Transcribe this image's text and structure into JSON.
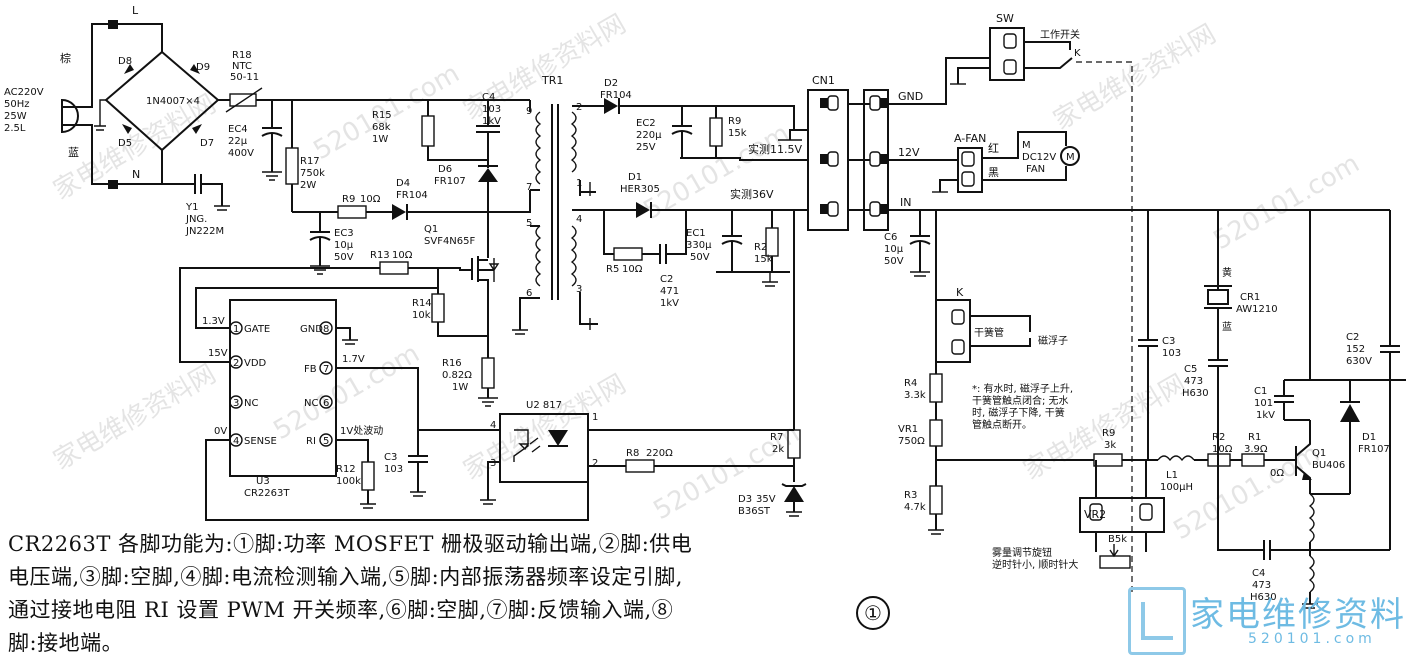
{
  "diagram": {
    "left": {
      "ac_input": [
        "AC220V",
        "50Hz",
        "25W",
        "2.5L"
      ],
      "wire_l": "L",
      "wire_brown": "棕",
      "wire_blue": "蓝",
      "wire_n": "N",
      "d8": "D8",
      "d9": "D9",
      "d5": "D5",
      "d7": "D7",
      "bridge": "1N4007×4",
      "r18": "R18",
      "ntc": "NTC",
      "ntc_val": "50-11",
      "ec4": "EC4",
      "ec4_v1": "22μ",
      "ec4_v2": "400V",
      "r17": "R17",
      "r17_v1": "750k",
      "r17_v2": "2W",
      "y1": "Y1",
      "y1_v1": "JNG.",
      "y1_v2": "JN222M",
      "r15": "R15",
      "r15_v1": "68k",
      "r15_v2": "1W",
      "c4": "C4",
      "c4_v1": "103",
      "c4_v2": "1kV",
      "d6": "D6",
      "d6_v": "FR107",
      "r9": "R9",
      "r9_v": "10Ω",
      "d4": "D4",
      "d4_v": "FR104",
      "ec3": "EC3",
      "ec3_v1": "10μ",
      "ec3_v2": "50V",
      "q1": "Q1",
      "q1_v": "SVF4N65F",
      "r13": "R13",
      "r13_v": "10Ω",
      "r14": "R14",
      "r14_v": "10k",
      "r16": "R16",
      "r16_v1": "0.82Ω",
      "r16_v2": "1W",
      "v13": "1.3V",
      "v15": "15V",
      "v0": "0V",
      "v17": "1.7V",
      "v1osc": "1V处波动",
      "pin1": "GATE",
      "pin2": "VDD",
      "pin3": "NC",
      "pin4": "SENSE",
      "pin5": "RI",
      "pin6": "NC",
      "pin7": "FB",
      "pin8": "GND",
      "u3": "U3",
      "u3_v": "CR2263T",
      "r12": "R12",
      "r12_v": "100k",
      "c3": "C3",
      "c3_v": "103",
      "u2": "U2 817",
      "r8": "R8",
      "r8_v": "220Ω",
      "r7": "R7",
      "r7_v": "2k",
      "d3": "D3",
      "d3_v1": "35V",
      "d3_v2": "B36ST",
      "tr1": "TR1",
      "d2": "D2",
      "d2_v": "FR104",
      "ec2": "EC2",
      "ec2_v1": "220μ",
      "ec2_v2": "25V",
      "r9b": "R9",
      "r9b_v": "15k",
      "d1": "D1",
      "d1_v": "HER305",
      "ec1": "EC1",
      "ec1_v1": "330μ",
      "ec1_v2": "50V",
      "r2": "R2",
      "r2_v": "15k",
      "r5": "R5",
      "r5_v": "10Ω",
      "c2": "C2",
      "c2_v1": "471",
      "c2_v2": "1kV",
      "meas115": "实测11.5V",
      "meas36": "实测36V",
      "cn1": "CN1"
    },
    "right": {
      "sw": "SW",
      "sw_label": "工作开关",
      "k": "K",
      "gnd": "GND",
      "v12": "12V",
      "in": "IN",
      "afan": "A-FAN",
      "red": "红",
      "black": "黑",
      "m": "M",
      "dc12": "DC12V",
      "fan": "FAN",
      "c6": "C6",
      "c6_v1": "10μ",
      "c6_v2": "50V",
      "k2": "K",
      "reed": "干簧管",
      "float": "磁浮子",
      "note": [
        "*: 有水时, 磁浮子上升,",
        "干簧管触点闭合; 无水",
        "时, 磁浮子下降, 干簧",
        "管触点断开。"
      ],
      "r4": "R4",
      "r4_v": "3.3k",
      "vr1": "VR1",
      "vr1_v": "750Ω",
      "r3": "R3",
      "r3_v": "4.7k",
      "c3": "C3",
      "c3_v": "103",
      "yellow": "黄",
      "blue": "蓝",
      "cr1": "CR1",
      "cr1_v": "AW1210",
      "c5": "C5",
      "c5_v1": "473",
      "c5_v2": "H630",
      "c1": "C1",
      "c1_v1": "101",
      "c1_v2": "1kV",
      "c2": "C2",
      "c2_v1": "152",
      "c2_v2": "630V",
      "r9": "R9",
      "r9_v": "3k",
      "r2": "R2",
      "r2_v": "10Ω",
      "r1": "R1",
      "r1_v": "3.9Ω",
      "zero": "0Ω",
      "l1": "L1",
      "l1_v": "100μH",
      "q1": "Q1",
      "q1_v": "BU406",
      "d1": "D1",
      "d1_v": "FR107",
      "vr2": "VR2",
      "vr2_v": "B5k",
      "knob1": "雾量调节旋钮",
      "knob2": "逆时针小, 顺时针大",
      "c4": "C4",
      "c4_v1": "473",
      "c4_v2": "H630"
    }
  },
  "caption": {
    "text": "CR2263T 各脚功能为:①脚:功率 MOSFET 栅极驱动输出端,②脚:供电电压端,③脚:空脚,④脚:电流检测输入端,⑤脚:内部振荡器频率设定引脚,通过接地电阻 RI 设置 PWM 开关频率,⑥脚:空脚,⑦脚:反馈输入端,⑧脚:接地端。"
  },
  "figure_marker": "①",
  "watermark": {
    "logo_text": "家电维修资料网",
    "logo_url": "520101.com",
    "overlay": [
      "家电维修资料网",
      "520101.com"
    ]
  }
}
